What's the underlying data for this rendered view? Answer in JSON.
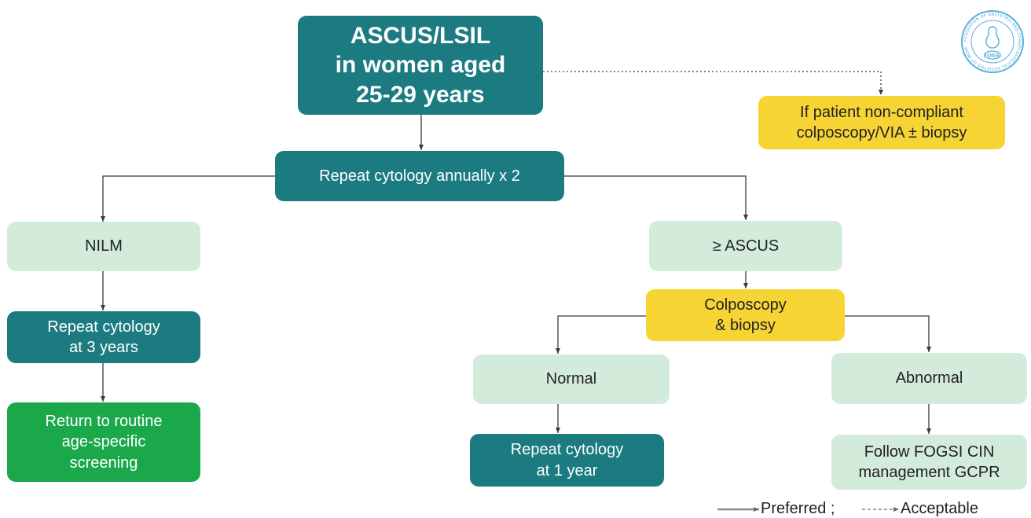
{
  "nodes": {
    "start": [
      "ASCUS/LSIL",
      "in women aged",
      "25-29 years"
    ],
    "noncompliant": [
      "If patient non-compliant",
      "colposcopy/VIA ± biopsy"
    ],
    "repeat_annual": [
      "Repeat cytology annually x 2"
    ],
    "nilm": [
      "NILM"
    ],
    "ascus": [
      "≥ ASCUS"
    ],
    "repeat_3yr": [
      "Repeat cytology",
      "at 3 years"
    ],
    "colposcopy": [
      "Colposcopy",
      "& biopsy"
    ],
    "normal": [
      "Normal"
    ],
    "abnormal": [
      "Abnormal"
    ],
    "routine": [
      "Return to routine",
      "age-specific",
      "screening"
    ],
    "repeat_1yr": [
      "Repeat cytology",
      "at 1 year"
    ],
    "follow": [
      "Follow FOGSI CIN",
      "management GCPR"
    ]
  },
  "legend": {
    "preferred": "Preferred ;",
    "acceptable": "Acceptable"
  },
  "logo": {
    "text": "FOGSI",
    "ring_text": "FEDERATION OF OBSTETRIC AND GYNAECOLOGICAL SOCIETIES OF INDIA",
    "color": "#5aaed8"
  },
  "colors": {
    "teal": "#1b7b80",
    "mint": "#d3ebdb",
    "yellow": "#f6d433",
    "green": "#1aa84b",
    "connector": "#3a3a3a",
    "legend_line": "#8a8a8a"
  }
}
